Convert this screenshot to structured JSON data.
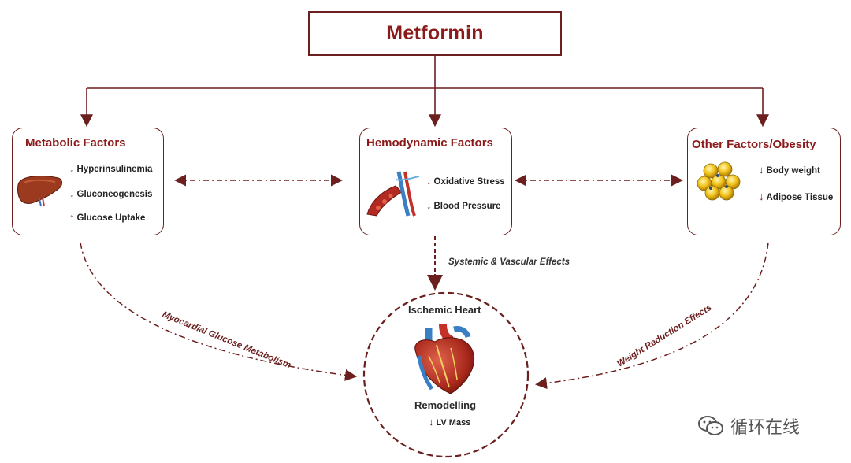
{
  "title": "Metformin",
  "metabolic": {
    "title": "Metabolic Factors",
    "items": [
      {
        "dir": "↓",
        "text": "Hyperinsulinemia"
      },
      {
        "dir": "↓",
        "text": "Gluconeogenesis"
      },
      {
        "dir": "↑",
        "text": "Glucose Uptake"
      }
    ],
    "icon": "liver-icon"
  },
  "hemodynamic": {
    "title": "Hemodynamic Factors",
    "items": [
      {
        "dir": "↓",
        "text": "Oxidative Stress"
      },
      {
        "dir": "↓",
        "text": "Blood Pressure"
      }
    ],
    "icon": "blood-vessel-icon"
  },
  "other": {
    "title": "Other Factors/Obesity",
    "items": [
      {
        "dir": "↓",
        "text": "Body weight"
      },
      {
        "dir": "↓",
        "text": "Adipose Tissue"
      }
    ],
    "icon": "adipose-cells-icon"
  },
  "connectors": {
    "left": "Myocardial Glucose Metabolism",
    "center": "Systemic & Vascular Effects",
    "right": "Weight Reduction Effects"
  },
  "heart": {
    "title": "Ischemic Heart",
    "subtitle": "Remodelling",
    "item": {
      "dir": "↓",
      "text": "LV Mass"
    },
    "icon": "heart-icon"
  },
  "watermark": {
    "text": "循环在线",
    "icon": "wechat-icon"
  },
  "colors": {
    "accent": "#8b1a1a",
    "line": "#6b1f1f"
  }
}
